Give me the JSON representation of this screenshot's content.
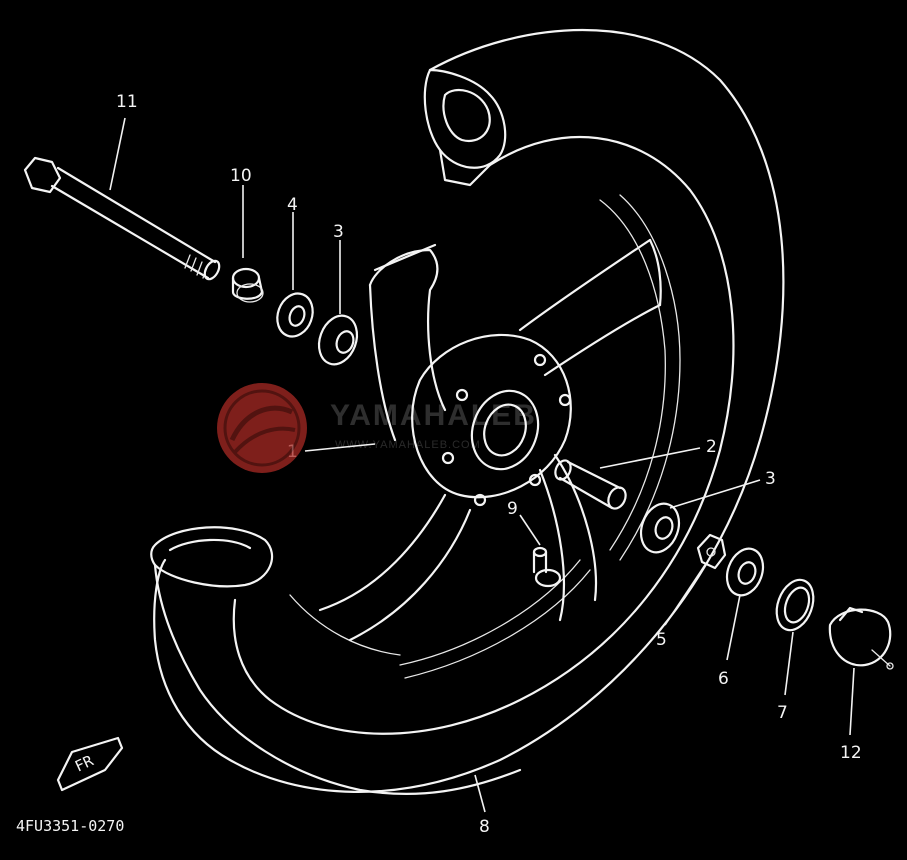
{
  "diagram": {
    "part_code": "4FU3351-0270",
    "callouts": {
      "c1": "1",
      "c2": "2",
      "c3a": "3",
      "c3b": "3",
      "c4": "4",
      "c5": "5",
      "c6": "6",
      "c7": "7",
      "c8": "8",
      "c9": "9",
      "c10": "10",
      "c11": "11",
      "c12": "12"
    },
    "fr_mark": "FR"
  },
  "watermark": {
    "brand": "YAMAHALEB",
    "subtitle": "WWW.YAMAHALEB.COM",
    "color": "#c0392b"
  }
}
